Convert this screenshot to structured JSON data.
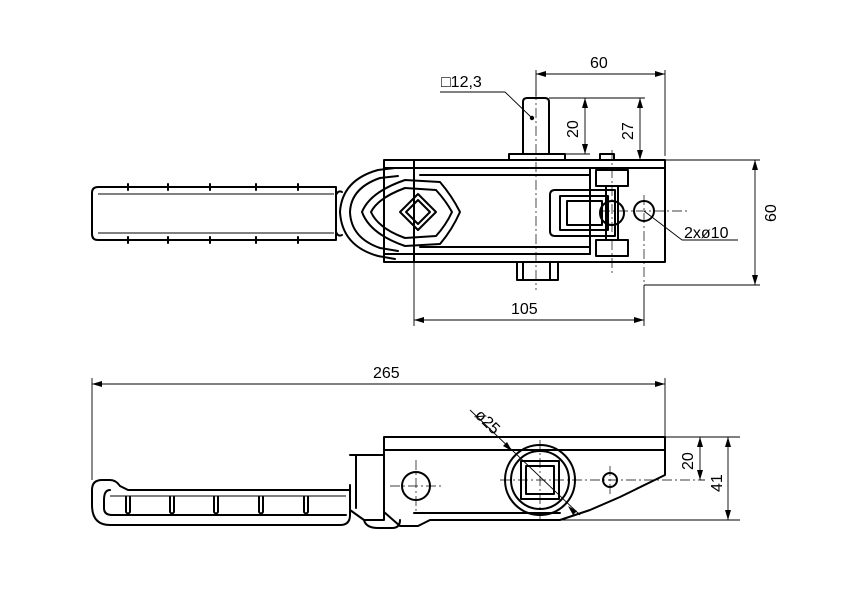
{
  "dimensions": {
    "square_shaft": "□12,3",
    "top_width": "60",
    "shaft_20": "20",
    "shaft_27": "27",
    "height_60": "60",
    "holes": "2xø10",
    "width_105": "105",
    "overall_length": "265",
    "diameter_25": "ø25",
    "side_20": "20",
    "side_41": "41"
  },
  "colors": {
    "line": "#000000",
    "background": "#ffffff"
  }
}
